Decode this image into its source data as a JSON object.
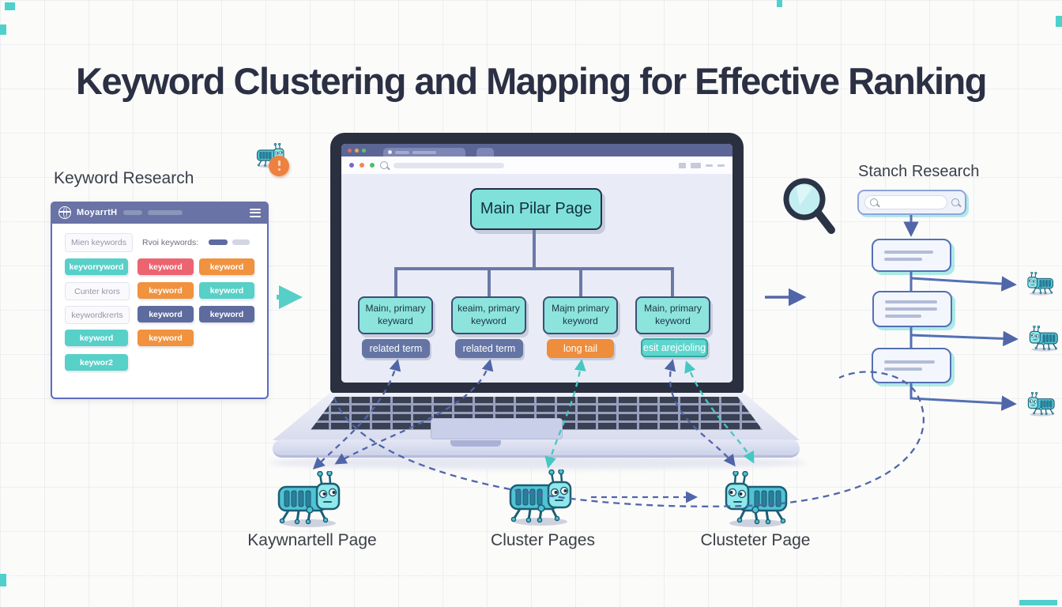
{
  "title": "Keyword Clustering and Mapping for Effective Ranking",
  "left_panel": {
    "label": "Keyword Research",
    "app_name": "MoyarrtH",
    "filters": {
      "main_chip": "Mien keywords",
      "side_label": "Rvoi keywords:"
    },
    "chips": [
      {
        "label": "keyvorryword",
        "color": "teal"
      },
      {
        "label": "keyword",
        "color": "red"
      },
      {
        "label": "keyword",
        "color": "orange"
      },
      {
        "label": "Cunter krors",
        "color": "light"
      },
      {
        "label": "keyword",
        "color": "orange"
      },
      {
        "label": "keyword",
        "color": "teal"
      },
      {
        "label": "keywordkrerts",
        "color": "light"
      },
      {
        "label": "keyword",
        "color": "slate"
      },
      {
        "label": "keyword",
        "color": "slate"
      },
      {
        "label": "keyword",
        "color": "teal"
      },
      {
        "label": "keyword",
        "color": "orange"
      },
      {
        "label": "keywor2",
        "color": "teal"
      }
    ]
  },
  "laptop": {
    "pillar_label": "Main Pilar Page",
    "cluster_boxes": [
      {
        "label": "Mainı, primary keyward"
      },
      {
        "label": "keaim, primary keyword"
      },
      {
        "label": "Majm primary keyword"
      },
      {
        "label": "Main, primary keyword"
      }
    ],
    "sub_chips": [
      {
        "label": "related term",
        "color": "slate"
      },
      {
        "label": "related term",
        "color": "slate"
      },
      {
        "label": "long tail",
        "color": "orange"
      },
      {
        "label": "esit arejcloling",
        "color": "teal"
      }
    ]
  },
  "right_panel": {
    "label": "Stanch Research"
  },
  "bottom_labels": [
    {
      "label": "Kaywnartell Page"
    },
    {
      "label": "Cluster Pages"
    },
    {
      "label": "Clusteter Page"
    }
  ],
  "icons": {
    "app_logo": "globe-icon",
    "menu": "hamburger-icon",
    "search": "magnifier-icon",
    "crawler": "robot-crawler-icon"
  },
  "colors": {
    "teal": "#57d0c8",
    "red": "#ed6471",
    "orange": "#f0923e",
    "slate": "#5d6b9e",
    "navy": "#2b3044",
    "arrow_blue": "#5066a8",
    "arrow_teal": "#45c8c2"
  }
}
